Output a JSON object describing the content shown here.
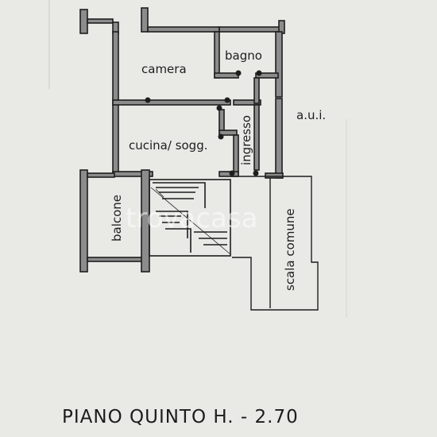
{
  "title": "PIANO QUINTO  H. - 2.70",
  "rooms": {
    "camera": "camera",
    "bagno": "bagno",
    "cucina": "cucina/ sogg.",
    "ingresso": "ingresso",
    "aui": "a.u.i.",
    "balcone": "balcone",
    "scala": "scala comune"
  },
  "watermark": "trovacasa",
  "colors": {
    "paper": "#e9e9e6",
    "ink": "#1e1e1e",
    "wall_fill": "#8c8c8c"
  }
}
